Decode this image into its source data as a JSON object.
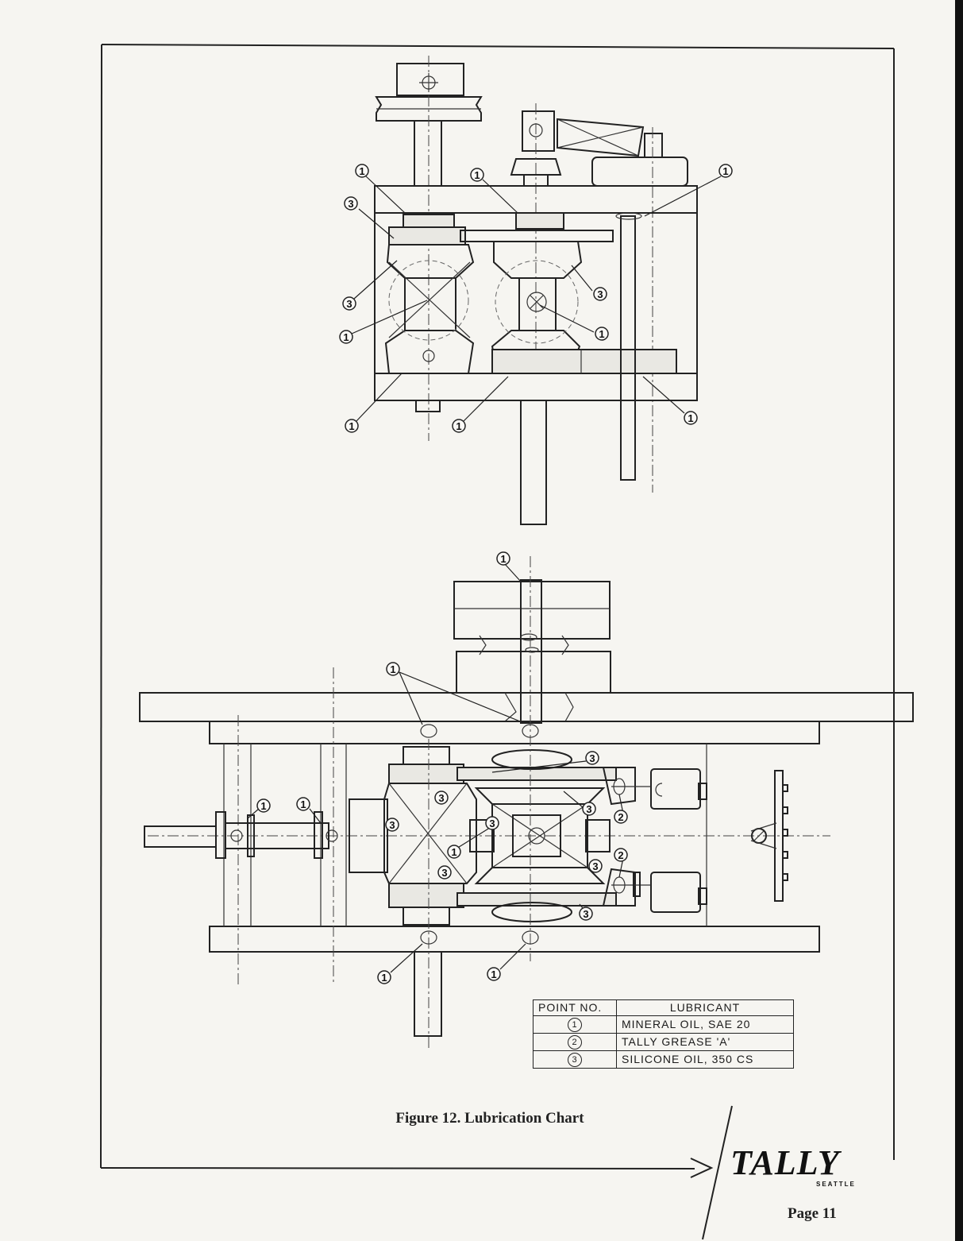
{
  "figure": {
    "caption": "Figure 12.   Lubrication Chart"
  },
  "callout_markers": {
    "mineral_oil": "1",
    "tally_grease": "2",
    "silicone_oil": "3"
  },
  "lubricant_table": {
    "headers": [
      "POINT  NO.",
      "LUBRICANT"
    ],
    "rows": [
      {
        "point": "1",
        "lubricant": "MINERAL  OIL,  SAE  20"
      },
      {
        "point": "2",
        "lubricant": "TALLY  GREASE  'A'"
      },
      {
        "point": "3",
        "lubricant": "SILICONE  OIL,  350  CS"
      }
    ]
  },
  "brand": {
    "name": "TALLY",
    "location": "SEATTLE"
  },
  "page": {
    "label": "Page 11"
  }
}
